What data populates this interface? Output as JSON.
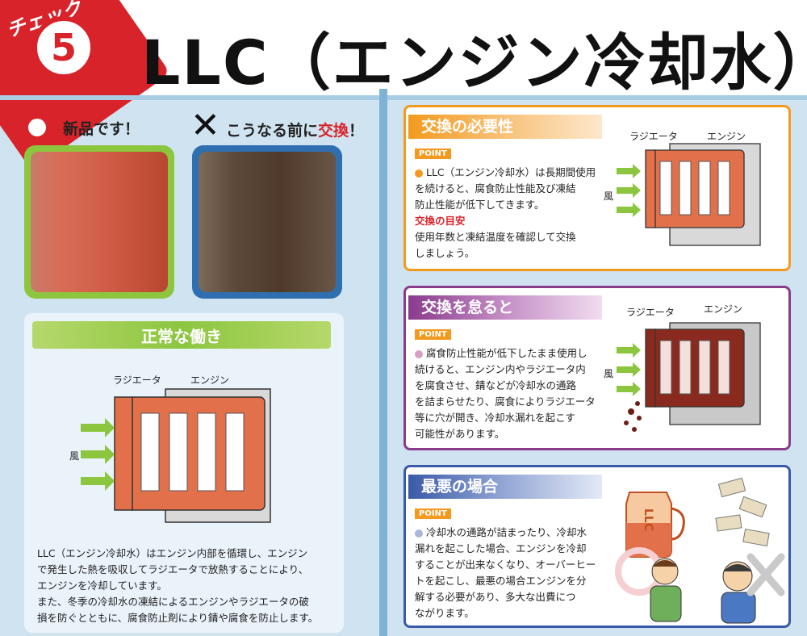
{
  "header": {
    "check_label": "チェック",
    "number": "5",
    "title": "LLC（エンジン冷却水）"
  },
  "left": {
    "good_label": "新品です！",
    "bad_label_prefix": "こうなる前に",
    "bad_label_emph": "交換",
    "bad_label_suffix": "！",
    "normal_title": "正常な働き",
    "diagram": {
      "radiator": "ラジエータ",
      "engine": "エンジン",
      "wind": "風"
    },
    "description": [
      "LLC（エンジン冷却水）はエンジン内部を循環し、エンジン",
      "で発生した熱を吸収してラジエータで放熱することにより、",
      "エンジンを冷却しています。",
      "また、冬季の冷却水の凍結によるエンジンやラジエータの破",
      "損を防ぐとともに、腐食防止剤により錆や腐食を防止します。"
    ]
  },
  "sections": [
    {
      "title": "交換の必要性",
      "point": "POINT",
      "lines": [
        "LLC（エンジン冷却水）は長期間使用",
        "を続けると、腐食防止性能及び凍結",
        "防止性能が低下してきます。"
      ],
      "sub_head": "交換の目安",
      "sub_lines": [
        "使用年数と凍結温度を確認して交換",
        "しましょう。"
      ],
      "radiator": "ラジエータ",
      "engine": "エンジン",
      "wind": "風"
    },
    {
      "title": "交換を怠ると",
      "point": "POINT",
      "lines": [
        "腐食防止性能が低下したまま使用し",
        "続けると、エンジン内やラジエータ内",
        "を腐食させ、錆などが冷却水の通路",
        "を詰まらせたり、腐食によりラジエータ",
        "等に穴が開き、冷却水漏れを起こす",
        "可能性があります。"
      ],
      "radiator": "ラジエータ",
      "engine": "エンジン",
      "wind": "風"
    },
    {
      "title": "最悪の場合",
      "point": "POINT",
      "lines": [
        "冷却水の通路が詰まったり、冷却水",
        "漏れを起こした場合、エンジンを冷却",
        "することが出来なくなり、オーバーヒー",
        "トを起こし、最悪の場合エンジンを分",
        "解する必要があり、多大な出費につ",
        "ながります。"
      ],
      "jug_label": "LLC"
    }
  ],
  "colors": {
    "red": "#d8232a",
    "orange": "#f39a1e",
    "purple": "#8a3b8c",
    "blue": "#3a5aa8",
    "green": "#8cc63f",
    "radiator_orange": "#e2704a",
    "rust": "#8a2a1f"
  }
}
